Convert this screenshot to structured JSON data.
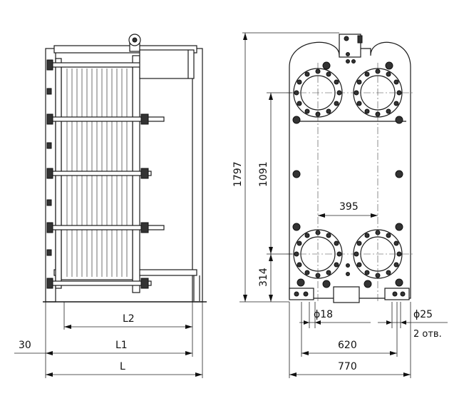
{
  "labels": {
    "l2": "L2",
    "l1": "L1",
    "l": "L",
    "offset_30": "30",
    "height_total": "1797",
    "port_vertical": "1091",
    "port_horizontal": "395",
    "bottom_port": "314",
    "hole_small": "ϕ18",
    "hole_large": "ϕ25",
    "hole_count": "2 отв.",
    "foot_spacing": "620",
    "width_total": "770"
  }
}
